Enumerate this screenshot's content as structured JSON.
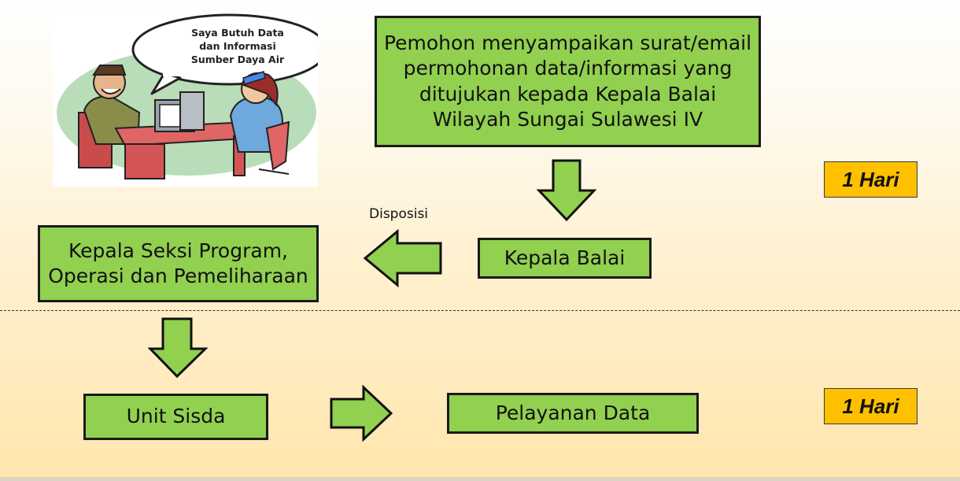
{
  "illustration": {
    "speech_bubble_lines": [
      "Saya Butuh Data",
      "dan Informasi",
      "Sumber Daya Air"
    ]
  },
  "boxes": {
    "pemohon": "Pemohon menyampaikan surat/email\npermohonan data/informasi yang\nditujukan kepada Kepala Balai\nWilayah Sungai Sulawesi IV",
    "kepala_balai": "Kepala Balai",
    "kepala_seksi": "Kepala Seksi Program,\nOperasi dan Pemeliharaan",
    "unit_sisda": "Unit Sisda",
    "pelayanan_data": "Pelayanan Data"
  },
  "labels": {
    "disposisi": "Disposisi"
  },
  "durations": [
    "1 Hari",
    "1 Hari"
  ],
  "colors": {
    "box_fill": "#92d050",
    "duration_fill": "#ffc000",
    "background_top": "#ffffff",
    "background_bottom": "#ffe6ad"
  }
}
